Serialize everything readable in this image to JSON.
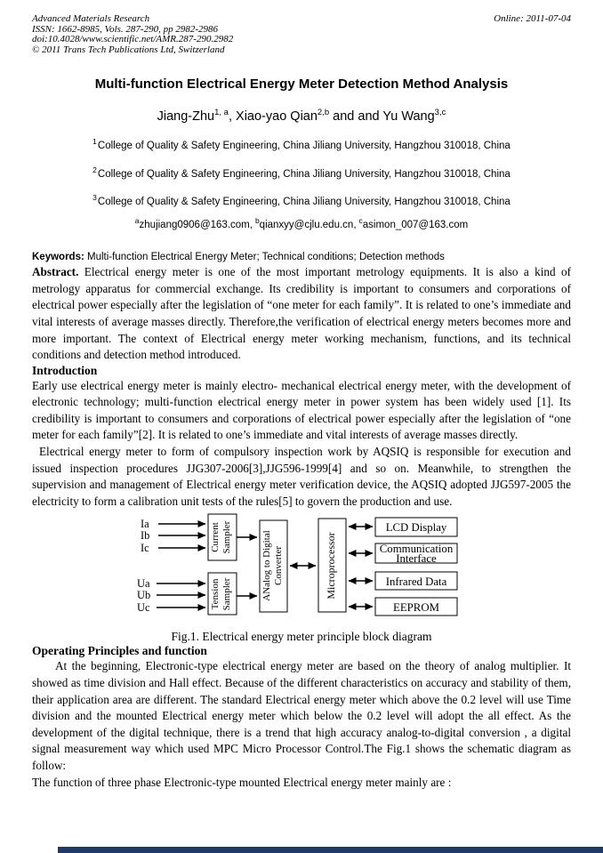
{
  "header": {
    "journal": "Advanced Materials Research",
    "issn": "ISSN: 1662-8985, Vols. 287-290, pp 2982-2986",
    "doi": "doi:10.4028/www.scientific.net/AMR.287-290.2982",
    "copyright": "© 2011 Trans Tech Publications Ltd, Switzerland",
    "online": "Online: 2011-07-04"
  },
  "title": "Multi-function Electrical Energy Meter Detection Method Analysis",
  "authors": {
    "name1": "Jiang-Zhu",
    "sup1": "1, a",
    "sep1": ", ",
    "name2": "Xiao-yao Qian",
    "sup2": "2,b",
    "sep2": " and and ",
    "name3": "Yu Wang",
    "sup3": "3,c"
  },
  "affiliations": [
    {
      "sup": "1",
      "text": "College of Quality & Safety Engineering, China Jiliang University, Hangzhou 310018, China"
    },
    {
      "sup": "2",
      "text": "College of Quality & Safety Engineering, China Jiliang University, Hangzhou 310018, China"
    },
    {
      "sup": "3",
      "text": "College of Quality & Safety Engineering, China Jiliang University, Hangzhou 310018, China"
    }
  ],
  "emails": [
    {
      "sup": "a",
      "text": "zhujiang0906@163.com,"
    },
    {
      "sup": "b",
      "text": "qianxyy@cjlu.edu.cn,"
    },
    {
      "sup": "c",
      "text": "asimon_007@163.com"
    }
  ],
  "keywords": {
    "label": "Keywords:",
    "text": "Multi-function Electrical Energy Meter; Technical conditions; Detection methods"
  },
  "abstract": {
    "label": "Abstract.",
    "text": "Electrical energy meter is one of the most important metrology equipments.  It is also a kind of metrology apparatus for commercial exchange.  Its credibility is important to consumers and corporations of electrical power especially after the legislation of “one meter for each family”.  It is related to one’s immediate and vital interests of average masses directly.  Therefore,the verification of electrical energy meters becomes more and more important. The context of Electrical energy meter working mechanism, functions, and its technical conditions and detection method introduced."
  },
  "intro": {
    "heading": "Introduction",
    "p1": "Early use electrical energy meter is mainly electro- mechanical electrical energy meter, with the development of electronic technology; multi-function electrical energy meter in power system has been widely used [1]. Its credibility is important to consumers and corporations of electrical power especially after the legislation of “one meter for each family”[2].  It is related to one’s immediate and vital interests of average masses directly.",
    "p2": "Electrical energy meter to form of compulsory inspection work by AQSIQ is responsible for execution and issued inspection procedures JJG307-2006[3],JJG596-1999[4] and so on. Meanwhile, to strengthen the supervision and management of Electrical energy meter verification device, the AQSIQ adopted JJG597-2005 the electricity to form a calibration unit tests of the rules[5] to govern the production and use."
  },
  "figure": {
    "caption": "Fig.1. Electrical energy meter principle block diagram",
    "inputs_i": [
      "Ia",
      "Ib",
      "Ic"
    ],
    "inputs_u": [
      "Ua",
      "Ub",
      "Uc"
    ],
    "current_sampler": [
      "Current",
      "Sampler"
    ],
    "tension_sampler": [
      "Tension",
      "Sampler"
    ],
    "adc": [
      "ANalog to Digital",
      "Converter"
    ],
    "microprocessor": "Microprocessor",
    "lcd": "LCD Display",
    "comm1": "Communication",
    "comm2": "Interface",
    "infrared": "Infrared Data",
    "eeprom": "EEPROM"
  },
  "operating": {
    "heading": "Operating Principles and function",
    "p1": "At the beginning, Electronic-type electrical energy meter are based on the theory of analog multiplier. It showed as time division and Hall effect. Because of the  different characteristics  on accuracy  and stability of them, their application area are different. The standard Electrical energy meter which above the 0.2 level will use Time division and the mounted Electrical energy meter which below the 0.2 level will adopt the all effect. As the development of the digital technique, there is a trend that high accuracy analog-to-digital conversion , a digital signal measurement  way  which used MPC Micro Processor Control.The Fig.1 shows the schematic diagram as follow:",
    "p2": "The function of three phase Electronic-type mounted Electrical energy meter mainly are :"
  },
  "colors": {
    "bottom_bar": "#1f3a68",
    "text": "#000000",
    "background": "#ffffff"
  }
}
